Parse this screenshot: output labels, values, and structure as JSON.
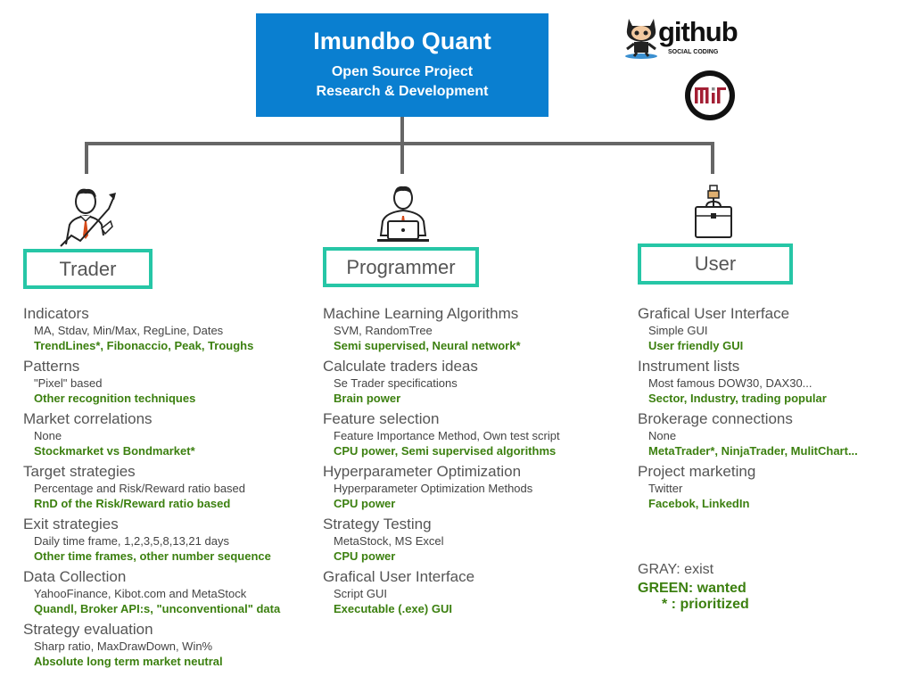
{
  "header": {
    "title": "Imundbo Quant",
    "subtitle1": "Open Source Project",
    "subtitle2": "Research & Development"
  },
  "logos": {
    "github_text": "github",
    "github_sub": "SOCIAL CODING",
    "mit_text": "MIT"
  },
  "colors": {
    "accent": "#0a7fd0",
    "box_border": "#26c6a6",
    "wanted": "#3c8010",
    "exist": "#444444"
  },
  "roles": [
    {
      "name": "Trader",
      "icon": "trader-icon",
      "sections": [
        {
          "title": "Indicators",
          "gray": [
            "MA, Stdav, Min/Max, RegLine, Dates"
          ],
          "green": [
            "TrendLines*, Fibonaccio, Peak, Troughs"
          ]
        },
        {
          "title": "Patterns",
          "gray": [
            "\"Pixel\" based"
          ],
          "green": [
            "Other recognition techniques"
          ]
        },
        {
          "title": "Market correlations",
          "gray": [
            "None"
          ],
          "green": [
            "Stockmarket vs Bondmarket*"
          ]
        },
        {
          "title": "Target strategies",
          "gray": [
            "Percentage and Risk/Reward ratio based"
          ],
          "green": [
            "RnD of the Risk/Reward ratio based"
          ]
        },
        {
          "title": "Exit strategies",
          "gray": [
            "Daily time frame, 1,2,3,5,8,13,21 days"
          ],
          "green": [
            "Other time frames, other number sequence"
          ]
        },
        {
          "title": "Data Collection",
          "gray": [
            "YahooFinance, Kibot.com and MetaStock"
          ],
          "green": [
            "Quandl, Broker API:s, \"unconventional\" data"
          ]
        },
        {
          "title": "Strategy evaluation",
          "gray": [
            "Sharp ratio, MaxDrawDown, Win%"
          ],
          "green": [
            "Absolute long term market neutral"
          ]
        }
      ]
    },
    {
      "name": "Programmer",
      "icon": "programmer-icon",
      "sections": [
        {
          "title": "Machine Learning Algorithms",
          "gray": [
            "SVM, RandomTree"
          ],
          "green": [
            "Semi supervised, Neural network*"
          ]
        },
        {
          "title": "Calculate traders ideas",
          "gray": [
            "Se Trader specifications"
          ],
          "green": [
            "Brain power"
          ]
        },
        {
          "title": "Feature selection",
          "gray": [
            "Feature Importance Method, Own test script"
          ],
          "green": [
            "CPU power, Semi supervised algorithms"
          ]
        },
        {
          "title": "Hyperparameter Optimization",
          "gray": [
            "Hyperparameter Optimization Methods"
          ],
          "green": [
            "CPU power"
          ]
        },
        {
          "title": "Strategy Testing",
          "gray": [
            "MetaStock, MS Excel"
          ],
          "green": [
            "CPU power"
          ]
        },
        {
          "title": "Grafical User Interface",
          "gray": [
            "Script GUI"
          ],
          "green": [
            "Executable (.exe) GUI"
          ]
        }
      ]
    },
    {
      "name": "User",
      "icon": "briefcase-icon",
      "sections": [
        {
          "title": "Grafical User Interface",
          "gray": [
            "Simple GUI"
          ],
          "green": [
            "User friendly GUI"
          ]
        },
        {
          "title": "Instrument lists",
          "gray": [
            "Most famous DOW30, DAX30..."
          ],
          "green": [
            "Sector, Industry, trading popular"
          ]
        },
        {
          "title": "Brokerage connections",
          "gray": [
            "None"
          ],
          "green": [
            "MetaTrader*, NinjaTrader, MulitChart..."
          ]
        },
        {
          "title": "Project marketing",
          "gray": [
            "Twitter"
          ],
          "green": [
            "Facebok, LinkedIn"
          ]
        }
      ]
    }
  ],
  "legend": {
    "gray": "GRAY: exist",
    "green": "GREEN: wanted",
    "star": "*   : prioritized"
  }
}
